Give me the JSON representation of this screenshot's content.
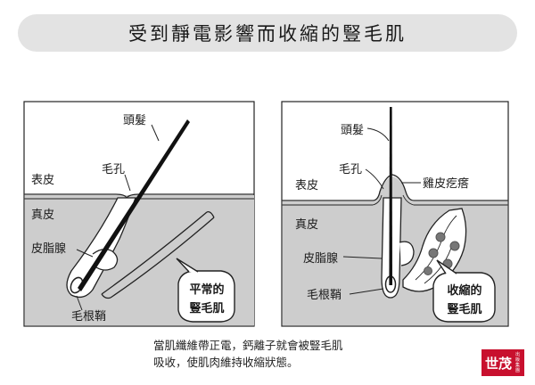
{
  "title": "受到靜電影響而收縮的豎毛肌",
  "left_panel": {
    "labels": {
      "hair": "頭髮",
      "pore": "毛孔",
      "epidermis": "表皮",
      "dermis": "真皮",
      "sebaceous_gland": "皮脂腺",
      "follicle_sheath": "毛根鞘"
    },
    "bubble": [
      "平常的",
      "豎毛肌"
    ]
  },
  "right_panel": {
    "labels": {
      "hair": "頭髮",
      "pore": "毛孔",
      "goosebump": "雞皮疙瘩",
      "epidermis": "表皮",
      "dermis": "真皮",
      "sebaceous_gland": "皮脂腺",
      "follicle_sheath": "毛根鞘"
    },
    "bubble": [
      "收縮的",
      "豎毛肌"
    ]
  },
  "caption": [
    "當肌纖維帶正電，鈣離子就會被豎毛肌",
    "吸收，使肌肉維持收縮狀態。"
  ],
  "logo": {
    "main": "世茂",
    "sub": "出版集團"
  },
  "colors": {
    "dermis": "#cdcdcd",
    "title_bg": "#e3e3e3",
    "logo": "#c8102e"
  }
}
